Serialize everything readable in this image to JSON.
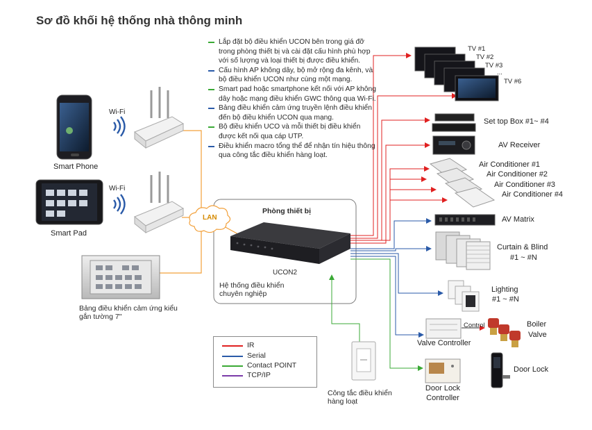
{
  "title": "Sơ đồ khối hệ thống nhà thông minh",
  "notes": [
    {
      "text": "Lắp đặt bộ điều khiển UCON bên trong giá đỡ trong phòng thiết bị và cài đặt cấu hình phù hợp với số lượng và loại thiết bị được điều khiển.",
      "color": "#3aa935"
    },
    {
      "text": "Cấu hình AP không dây, bộ mở rộng đa kênh, và bộ điều khiển UCON như cùng một mạng.",
      "color": "#2a5aa8"
    },
    {
      "text": "Smart pad hoặc smartphone kết nối với AP không dây hoặc mạng điều khiển GWC thông qua Wi-Fi.",
      "color": "#3aa935"
    },
    {
      "text": "Bảng điều khiển cảm ứng truyền lệnh điều khiển đến bộ điều khiển UCON qua mạng.",
      "color": "#2a5aa8"
    },
    {
      "text": "Bộ điều khiển UCO và mỗi thiết bị điều khiển được kết nối qua cáp UTP.",
      "color": "#3aa935"
    },
    {
      "text": " Điều khiển macro tổng thể để nhận tín hiệu thông qua công tắc điều khiển hàng loạt.",
      "color": "#2a5aa8"
    }
  ],
  "clients": {
    "smart_phone": "Smart Phone",
    "smart_pad": "Smart Pad",
    "wifi_1": "Wi-Fi",
    "wifi_2": "Wi-Fi",
    "wall_panel": "Bảng điều khiển cảm ứng kiểu gắn tường 7\""
  },
  "network": {
    "lan": "LAN",
    "room_title": "Phòng thiết bị",
    "ucon": "UCON2",
    "room_caption": "Hệ thống điều khiển chuyên nghiệp",
    "switch_caption": "Công tắc điều khiển hàng loạt"
  },
  "devices": {
    "tv": [
      "TV #1",
      "TV #2",
      "TV #3",
      "...",
      "TV #6"
    ],
    "set_top_box": "Set top Box #1~ #4",
    "av_receiver": "AV Receiver",
    "air_conditioners": [
      "Air Conditioner #1",
      "Air Conditioner #2",
      "Air Conditioner #3",
      "Air Conditioner #4"
    ],
    "av_matrix": "AV Matrix",
    "curtain": "Curtain & Blind",
    "curtain_range": "#1 ~ #N",
    "lighting": "Lighting",
    "lighting_range": "#1 ~ #N",
    "control": "Control",
    "boiler": "Boiler",
    "valve": "Valve",
    "valve_controller": "Valve Controller",
    "door_lock_controller_1": "Door Lock",
    "door_lock_controller_2": "Controller",
    "door_lock": "Door Lock"
  },
  "legend": [
    {
      "label": "IR",
      "color": "#e02020"
    },
    {
      "label": "Serial",
      "color": "#2a5aa8"
    },
    {
      "label": "Contact POINT",
      "color": "#3aa935"
    },
    {
      "label": "TCP/IP",
      "color": "#7a3aa8"
    }
  ],
  "colors": {
    "ir": "#e02020",
    "serial": "#2a5aa8",
    "contact": "#3aa935",
    "tcp": "#7a3aa8",
    "lan_line": "#f2a03a"
  }
}
